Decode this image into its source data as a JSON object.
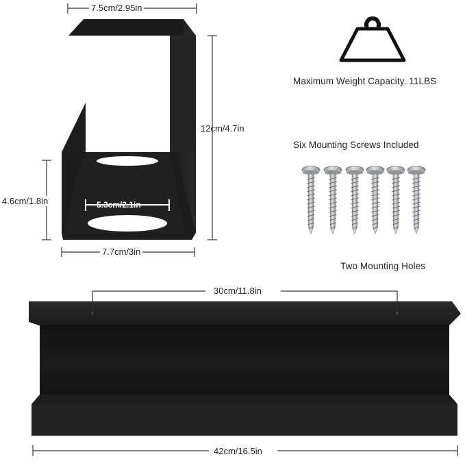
{
  "dimensions": {
    "top_width": "7.5cm/2.95in",
    "height": "12cm/4.7in",
    "front_height": "4.6cm/1.8in",
    "hole_width": "5.3cm/2.1in",
    "bottom_width": "7.7cm/3in",
    "hole_spacing": "30cm/11.8in",
    "total_length": "42cm/16.5in"
  },
  "features": {
    "weight_capacity": "Maximum Weight Capacity, 11LBS",
    "screws": "Six Mounting Screws Included",
    "holes": "Two Mounting Holes"
  },
  "icons": {
    "weight": "weight-icon",
    "screw": "screw-icon"
  },
  "colors": {
    "metal": "#1d1d1f",
    "metal_edge": "#2b2b2d",
    "screw": "#b8bcc0"
  }
}
